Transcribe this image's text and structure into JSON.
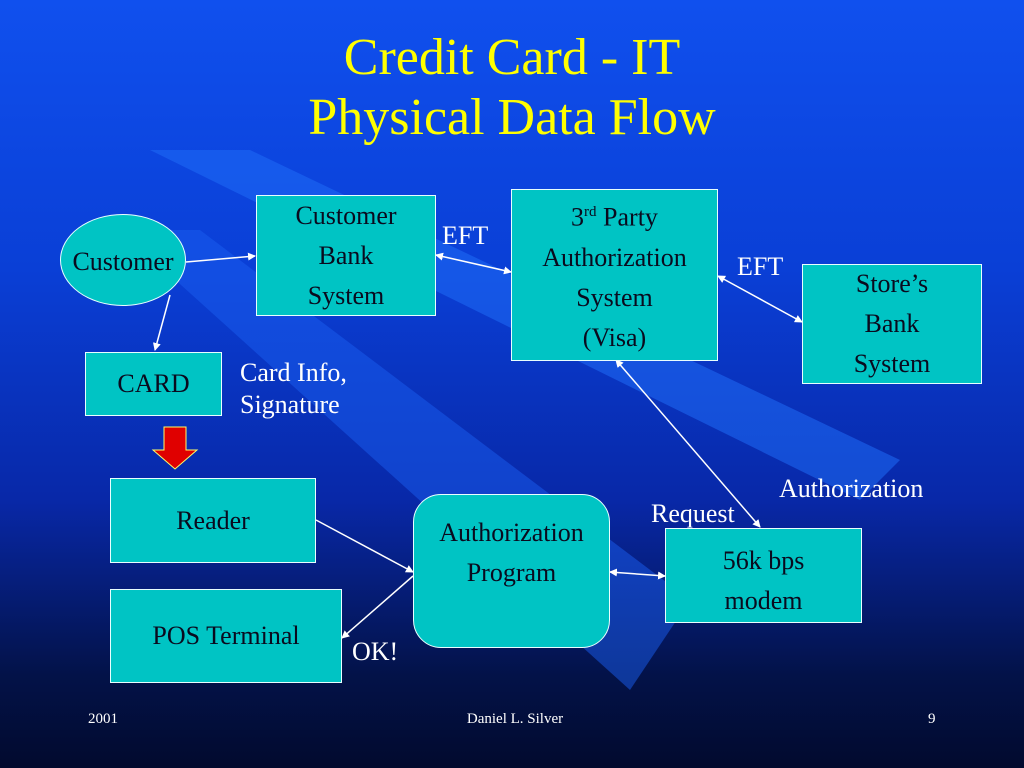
{
  "title": {
    "line1": "Credit Card - IT",
    "line2": "Physical Data Flow"
  },
  "nodes": {
    "customer": "Customer",
    "customer_bank": [
      "Customer",
      "Bank",
      "System"
    ],
    "visa": {
      "line1_base": "3",
      "line1_sup": "rd",
      "line1_rest": " Party",
      "lines": [
        "Authorization",
        "System",
        "(Visa)"
      ]
    },
    "store_bank": [
      "Store’s",
      "Bank",
      "System"
    ],
    "card": "CARD",
    "reader": "Reader",
    "pos": "POS Terminal",
    "auth_program": [
      "Authorization",
      "Program"
    ],
    "modem": [
      "56k bps",
      "modem"
    ]
  },
  "labels": {
    "eft_left": "EFT",
    "eft_right": "EFT",
    "card_info": [
      "Card Info,",
      "Signature"
    ],
    "authorization": "Authorization",
    "request": "Request",
    "ok": "OK!"
  },
  "footer": {
    "year": "2001",
    "author": "Daniel L. Silver",
    "page": "9"
  },
  "colors": {
    "title": "#ffff00",
    "box": "#00c4c4",
    "arrow_down": "#e00000"
  }
}
